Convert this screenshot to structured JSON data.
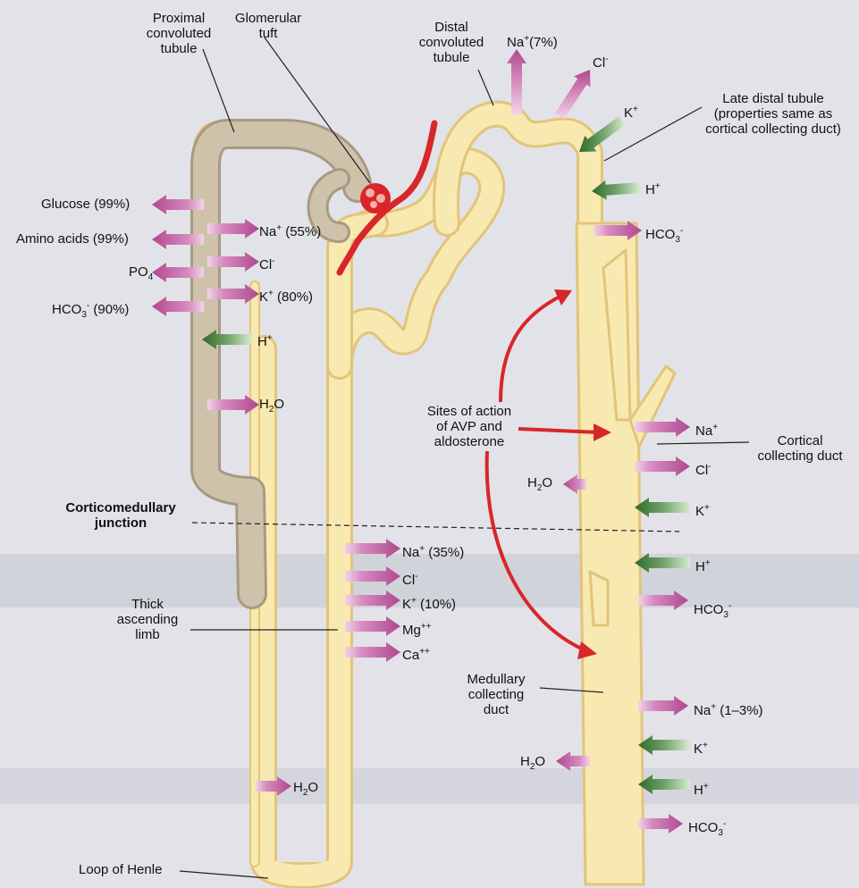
{
  "colors": {
    "tubule_fill": "#f8e9b0",
    "tubule_edge": "#e2c47a",
    "proximal_fill": "#cfc2aa",
    "vessel": "#d8262a",
    "arrow_out": "#b0478f",
    "arrow_in": "#3f7a3c",
    "avp_arrow": "#d8262a",
    "background": "#dfe0e6"
  },
  "labels": {
    "proximal": "Proximal\nconvoluted\ntubule",
    "glomerular": "Glomerular\ntuft",
    "distal": "Distal\nconvoluted\ntubule",
    "late_distal": "Late distal tubule\n(properties same as\ncortical collecting duct)",
    "corticomedullary": "Corticomedullary\njunction",
    "thick_ascending": "Thick\nascending\nlimb",
    "loop": "Loop of Henle",
    "sites": "Sites of action\nof AVP and\naldosterone",
    "cortical_cd": "Cortical\ncollecting duct",
    "medullary_cd": "Medullary\ncollecting\nduct"
  },
  "ions": {
    "glucose": "Glucose (99%)",
    "amino": "Amino acids (99%)",
    "po4": "PO",
    "po4_sub": "4",
    "hco3_pct": "HCO",
    "hco3_pct_sub": "3",
    "hco3_pct_sup": "-",
    "hco3_pct_tail": " (90%)",
    "na_55": "Na",
    "na_55_sup": "+",
    "na_55_tail": " (55%)",
    "cl": "Cl",
    "cl_sup": "-",
    "k_80": "K",
    "k_80_sup": "+",
    "k_80_tail": " (80%)",
    "h": "H",
    "h_sup": "+",
    "h2o": "H",
    "h2o_sub": "2",
    "h2o_tail": "O",
    "na_7": "Na",
    "na_7_sup": "+",
    "na_7_tail": "(7%)",
    "k": "K",
    "k_sup": "+",
    "hco3": "HCO",
    "hco3_sub": "3",
    "hco3_sup": "-",
    "na": "Na",
    "na_sup": "+",
    "na_35": "Na",
    "na_35_sup": "+",
    "na_35_tail": " (35%)",
    "k_10": "K",
    "k_10_sup": "+",
    "k_10_tail": " (10%)",
    "mg": "Mg",
    "mg_sup": "++",
    "ca": "Ca",
    "ca_sup": "++",
    "na_13": "Na",
    "na_13_sup": "+",
    "na_13_tail": " (1–3%)"
  }
}
